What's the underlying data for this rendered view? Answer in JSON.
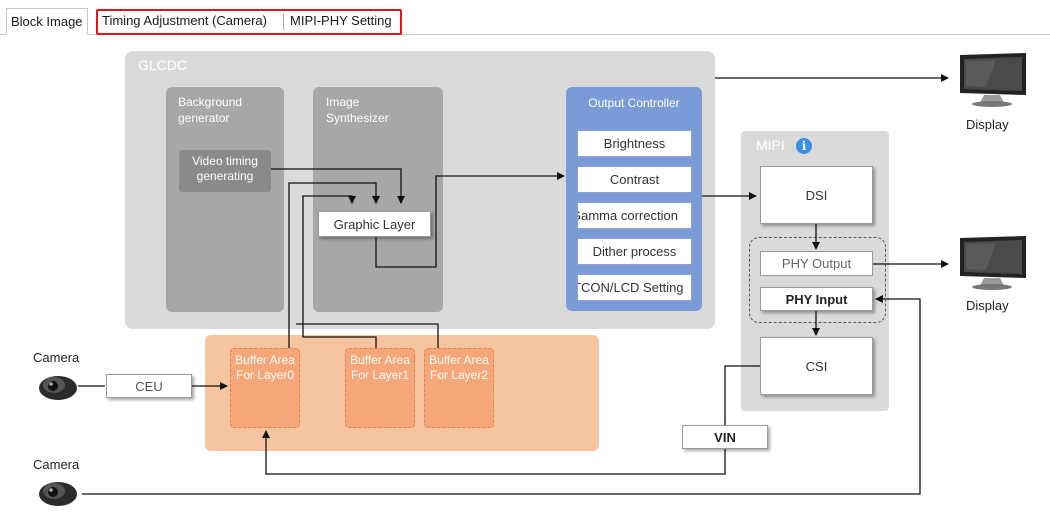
{
  "tabs": [
    {
      "label": "Block Image",
      "active": true
    },
    {
      "label": "Timing Adjustment (Camera)",
      "active": false
    },
    {
      "label": "MIPI-PHY Setting",
      "active": false
    }
  ],
  "glcdc": {
    "title": "GLCDC",
    "background_generator": "Background generator",
    "video_timing": "Video timing generating",
    "image_synthesizer": "Image Synthesizer",
    "graphic_layer": "Graphic Layer",
    "output_controller": {
      "title": "Output Controller",
      "items": [
        "Brightness",
        "Contrast",
        "Gamma correction",
        "Dither process",
        "TCON/LCD Setting"
      ]
    }
  },
  "mipi": {
    "title": "MIPI",
    "info_icon": "i",
    "dsi": "DSI",
    "phy_output": "PHY Output",
    "phy_input": "PHY Input",
    "csi": "CSI"
  },
  "displays": [
    {
      "label": "Display",
      "icon": "monitor-icon"
    },
    {
      "label": "Display",
      "icon": "monitor-icon"
    }
  ],
  "cameras": [
    {
      "label": "Camera",
      "icon": "camera-icon"
    },
    {
      "label": "Camera",
      "icon": "camera-icon"
    }
  ],
  "ceu": "CEU",
  "vin": "VIN",
  "buffers": [
    {
      "label": "Buffer Area For Layer0"
    },
    {
      "label": "Buffer Area For Layer1"
    },
    {
      "label": "Buffer Area For Layer2"
    }
  ],
  "colors": {
    "glcdc_bg": "#dadada",
    "block_gray": "#a7a7a7",
    "output_blue": "#7b9bd6",
    "buffer_orange": "#f7c4a0",
    "highlight_red": "#e0141e",
    "info_blue": "#3b8ee6"
  }
}
